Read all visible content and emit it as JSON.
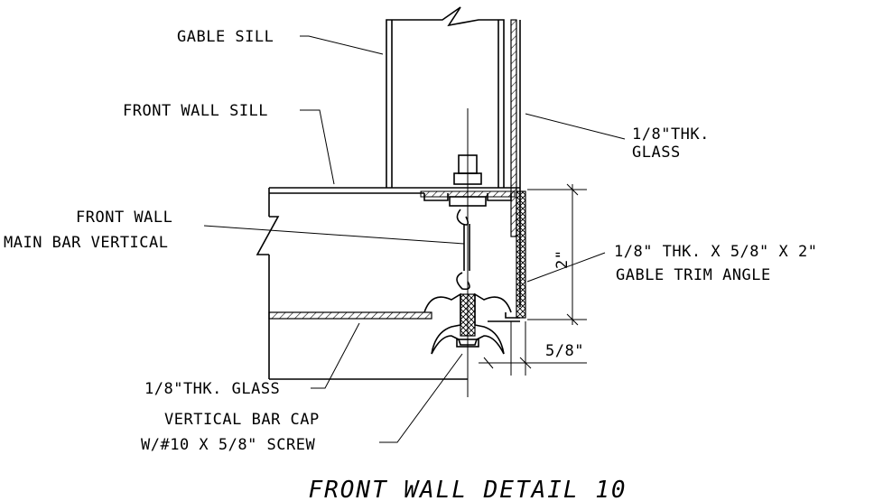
{
  "labels": {
    "gable_sill": "GABLE SILL",
    "front_wall_sill": "FRONT WALL SILL",
    "glass_top_1": "1/8\"THK.",
    "glass_top_2": "GLASS",
    "main_bar_1": "FRONT WALL",
    "main_bar_2": "MAIN BAR VERTICAL",
    "trim_1": "1/8\" THK. X 5/8\" X 2\"",
    "trim_2": "GABLE TRIM ANGLE",
    "dim_height": "2\"",
    "dim_width": "5/8\"",
    "glass_bottom": "1/8\"THK. GLASS",
    "cap_1": "VERTICAL BAR CAP",
    "cap_2": "W/#10 X 5/8\" SCREW"
  },
  "title": "FRONT WALL DETAIL 10"
}
